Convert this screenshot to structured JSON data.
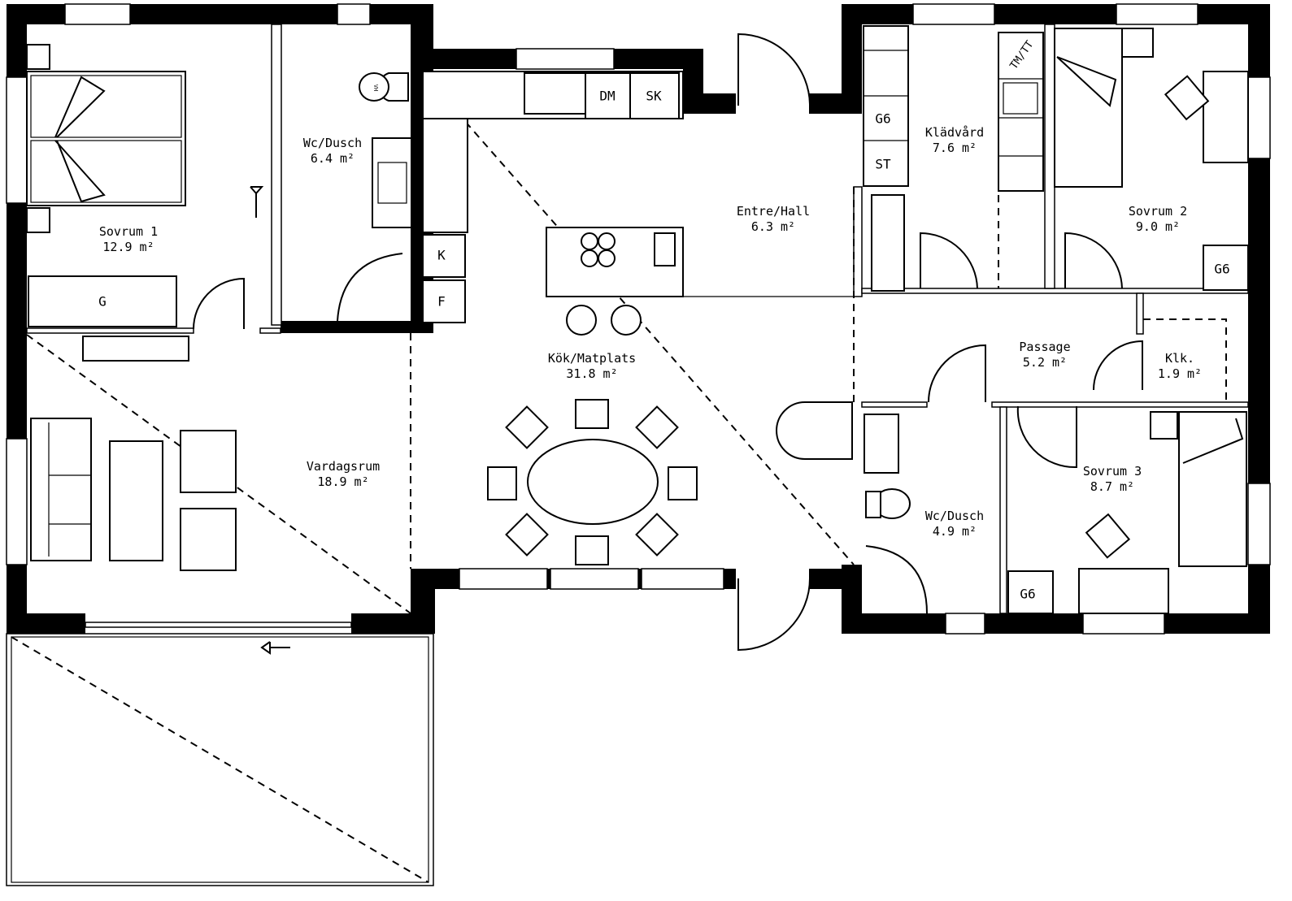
{
  "rooms": [
    {
      "name": "Sovrum 1",
      "area": "12.9 m²"
    },
    {
      "name": "Wc/Dusch",
      "area": "6.4 m²"
    },
    {
      "name": "Entre/Hall",
      "area": "6.3 m²"
    },
    {
      "name": "Kök/Matplats",
      "area": "31.8 m²"
    },
    {
      "name": "Vardagsrum",
      "area": "18.9 m²"
    },
    {
      "name": "Klädvård",
      "area": "7.6 m²"
    },
    {
      "name": "Sovrum 2",
      "area": "9.0 m²"
    },
    {
      "name": "Passage",
      "area": "5.2 m²"
    },
    {
      "name": "Klk.",
      "area": "1.9 m²"
    },
    {
      "name": "Sovrum 3",
      "area": "8.7 m²"
    },
    {
      "name": "Wc/Dusch",
      "area": "4.9 m²"
    }
  ],
  "appliances": {
    "wardrobe": "G",
    "fridge": "K",
    "freezer": "F",
    "dishwasher": "DM",
    "cabinet": "SK",
    "hall_wardrobe": "G6",
    "hall_storage": "ST",
    "washer_dryer": "TM/TT",
    "sovrum2_wardrobe": "G6",
    "sovrum3_wardrobe": "G6",
    "toilet_mark": "VH"
  }
}
